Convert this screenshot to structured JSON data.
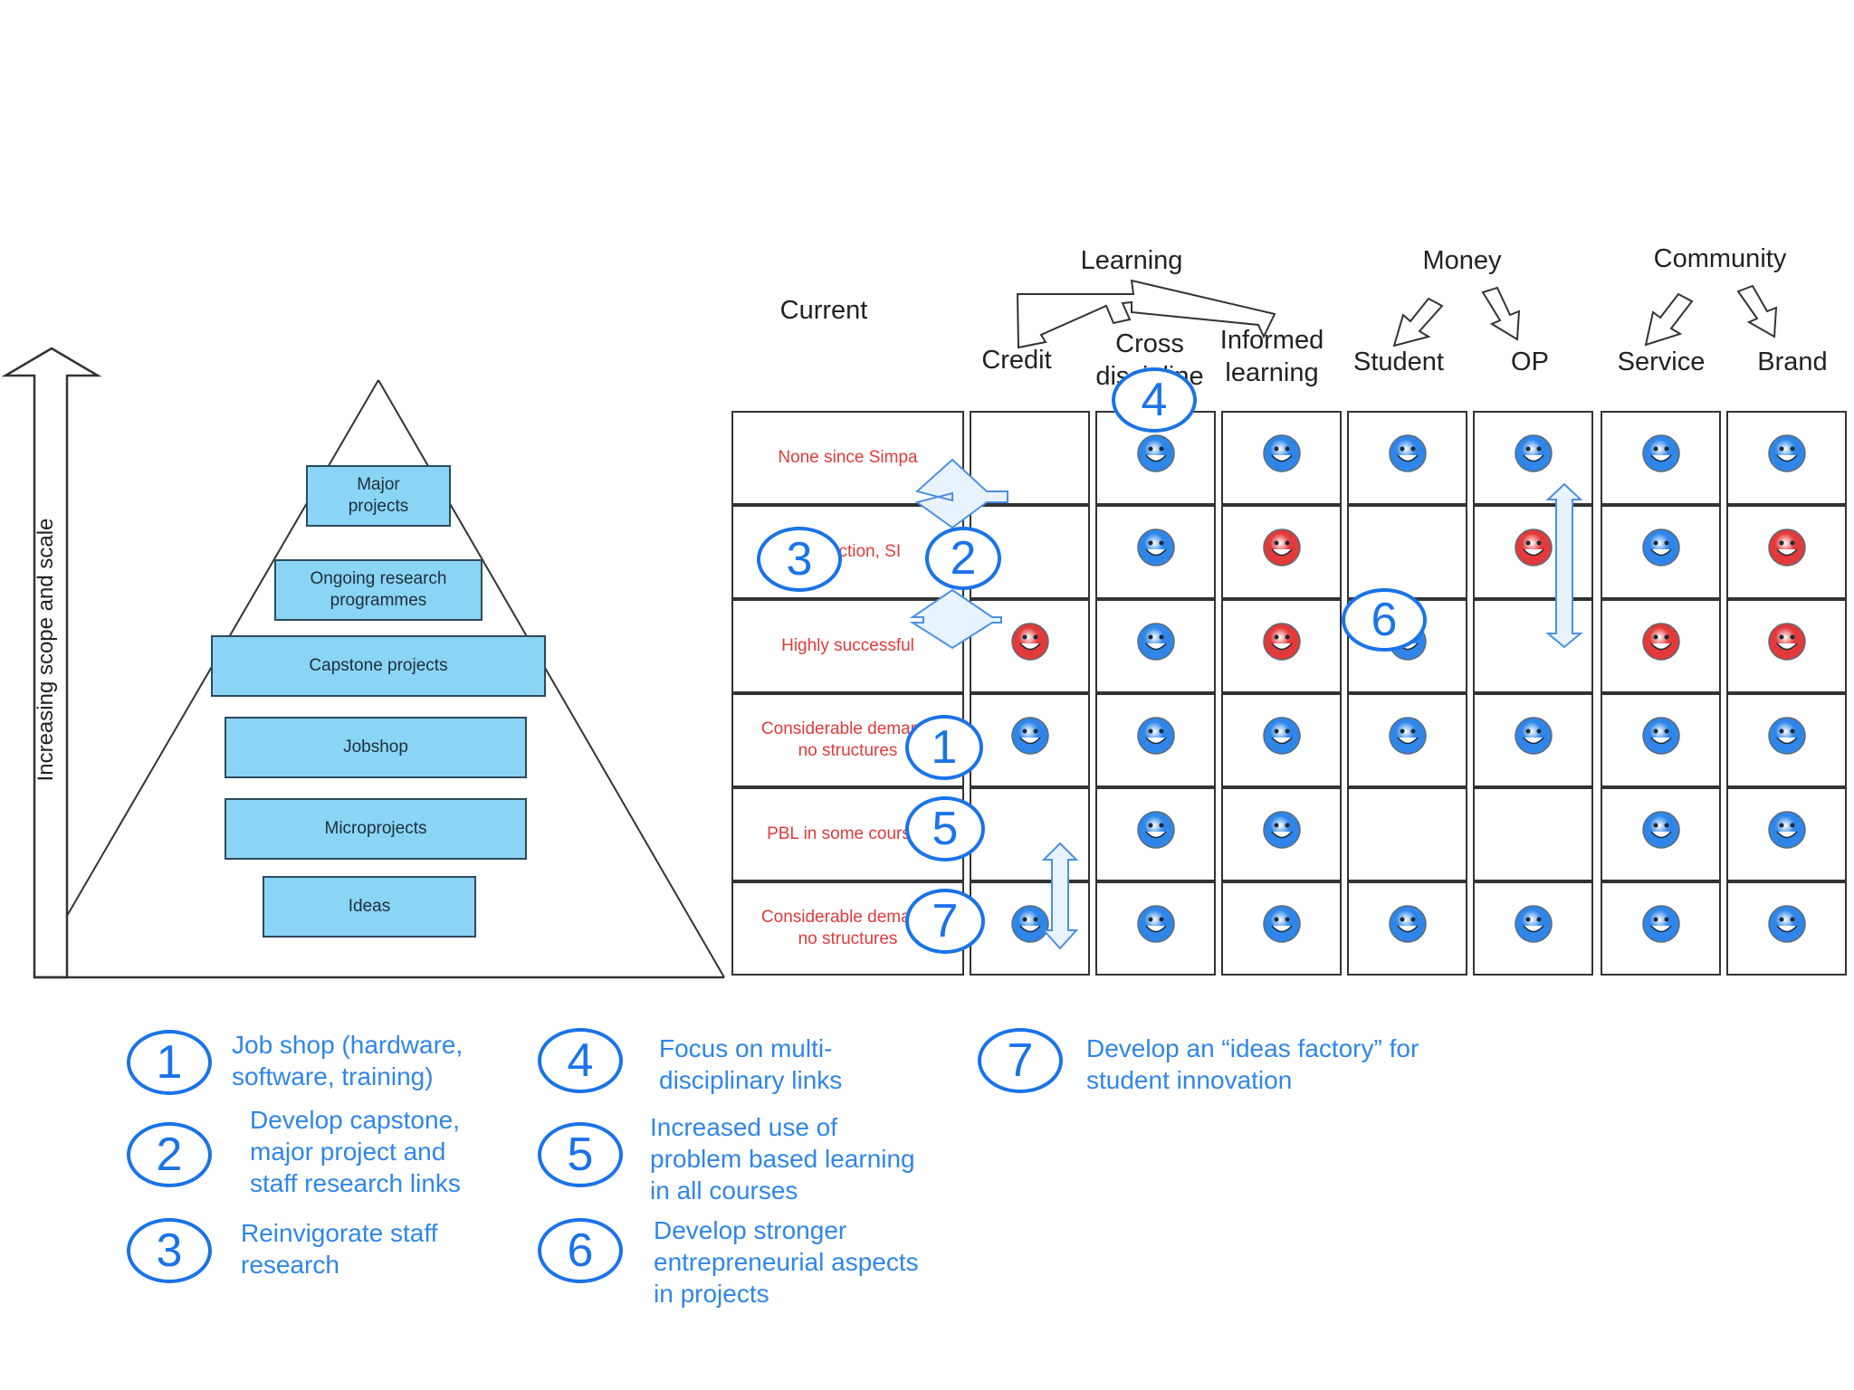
{
  "colors": {
    "tier_fill": "#8ad4f5",
    "positive": "#2f86e8",
    "negative": "#e23a3a",
    "badge": "#1a73e8",
    "row_label": "#e23a3a"
  },
  "axis_label": "Increasing scope and scale",
  "pyramid_tiers": [
    "Major\nprojects",
    "Ongoing research\nprogrammes",
    "Capstone projects",
    "Jobshop",
    "Microprojects",
    "Ideas"
  ],
  "headers": {
    "current": "Current",
    "groups": [
      "Learning",
      "Money",
      "Community"
    ],
    "columns": [
      "Credit",
      "Cross\ndiscipline",
      "Informed\nlearning",
      "Student",
      "OP",
      "Service",
      "Brand"
    ]
  },
  "rows": [
    {
      "label": "None since Simpa",
      "marks": [
        "",
        "positive",
        "positive",
        "positive",
        "positive",
        "positive",
        "positive"
      ]
    },
    {
      "label": "Interaction, SI",
      "marks": [
        "",
        "positive",
        "negative",
        "",
        "negative",
        "positive",
        "negative"
      ]
    },
    {
      "label": "Highly successful",
      "marks": [
        "negative",
        "positive",
        "negative",
        "positive",
        "",
        "negative",
        "negative"
      ]
    },
    {
      "label": "Considerable demand,\nno structures",
      "marks": [
        "positive",
        "positive",
        "positive",
        "positive",
        "positive",
        "positive",
        "positive"
      ]
    },
    {
      "label": "PBL in some courses",
      "marks": [
        "",
        "positive",
        "positive",
        "",
        "",
        "positive",
        "positive"
      ]
    },
    {
      "label": "Considerable demand,\nno structures",
      "marks": [
        "positive",
        "positive",
        "positive",
        "positive",
        "positive",
        "positive",
        "positive"
      ]
    }
  ],
  "legend": [
    {
      "num": "1",
      "text": "Job shop (hardware,\nsoftware, training)"
    },
    {
      "num": "2",
      "text": "Develop capstone,\nmajor project and\nstaff research links"
    },
    {
      "num": "3",
      "text": "Reinvigorate staff\nresearch"
    },
    {
      "num": "4",
      "text": "Focus on multi-\ndisciplinary links"
    },
    {
      "num": "5",
      "text": "Increased use of\nproblem based learning\nin all courses"
    },
    {
      "num": "6",
      "text": "Develop stronger\nentrepreneurial aspects\nin projects"
    },
    {
      "num": "7",
      "text": "Develop an “ideas factory” for\nstudent innovation"
    }
  ]
}
